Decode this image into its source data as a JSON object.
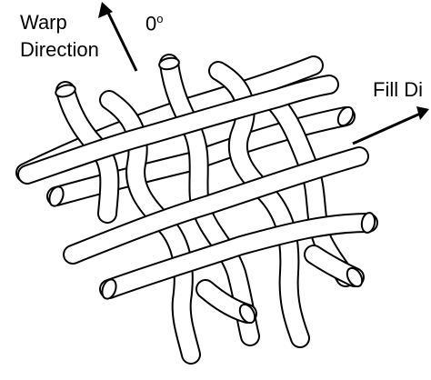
{
  "labels": {
    "warp_line1": "Warp",
    "warp_line2": "Direction",
    "angle_value": "0",
    "angle_unit": "o",
    "fill_direction": "Fill Di"
  },
  "icons": {
    "warp_arrow": "arrow-up-left-icon",
    "fill_arrow": "arrow-up-right-icon"
  },
  "colors": {
    "line": "#000000",
    "background": "#ffffff",
    "yarn_fill": "#ffffff"
  }
}
